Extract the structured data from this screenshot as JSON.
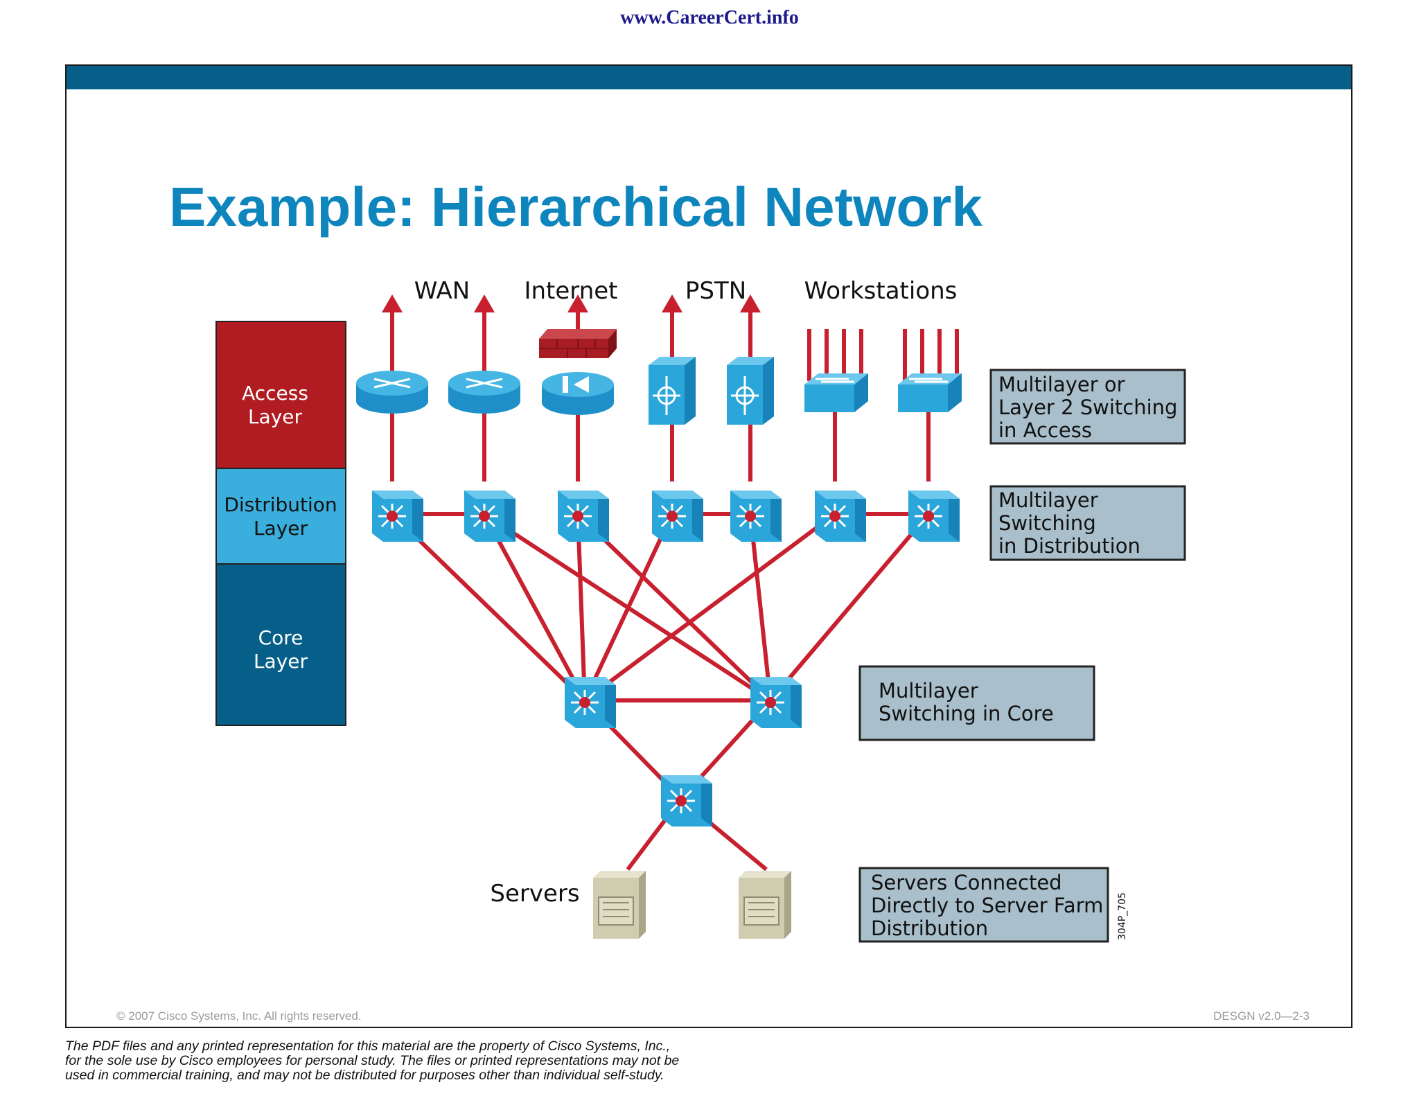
{
  "header": {
    "url": "www.CareerCert.info"
  },
  "slide": {
    "title": "Example: Hierarchical Network",
    "layers": {
      "access": [
        "Access",
        "Layer"
      ],
      "distribution": [
        "Distribution",
        "Layer"
      ],
      "core": [
        "Core",
        "Layer"
      ]
    },
    "destinations": {
      "wan": "WAN",
      "internet": "Internet",
      "pstn": "PSTN",
      "workstations": "Workstations"
    },
    "servers_label": "Servers",
    "callouts": {
      "access": [
        "Multilayer or",
        "Layer 2 Switching",
        "in Access"
      ],
      "distribution": [
        "Multilayer",
        "Switching",
        "in Distribution"
      ],
      "core": [
        "Multilayer",
        "Switching in Core"
      ],
      "servers": [
        "Servers Connected",
        "Directly to Server Farm",
        "Distribution"
      ]
    },
    "figure_id": "304P_705",
    "copyright": "© 2007 Cisco Systems, Inc. All rights reserved.",
    "course_code": "DESGN v2.0—2-3"
  },
  "disclaimer": [
    "The PDF files and any printed representation for this material are the property of Cisco Systems, Inc.,",
    "for the sole use by Cisco employees for personal study. The files or printed representations may not be",
    "used in commercial training, and may not be distributed for purposes other than individual self-study."
  ],
  "colors": {
    "link_red": "#c8202e",
    "device_blue": "#2aa6da",
    "access_layer": "#b01c22",
    "distribution_layer": "#3aaedc",
    "core_layer": "#065f88",
    "callout_fill": "#a9bfcb",
    "title_blue": "#0e86bd"
  },
  "icons": {
    "wan_routers": "router-icon",
    "internet_device": "firewall-router-icon",
    "firewall": "firewall-brick-icon",
    "pstn_devices": "voice-gateway-icon",
    "workstation_switches": "workgroup-switch-icon",
    "distribution_switches": "multilayer-switch-icon",
    "core_switches": "multilayer-switch-icon",
    "server_farm_switch": "multilayer-switch-icon",
    "servers": "server-icon"
  }
}
